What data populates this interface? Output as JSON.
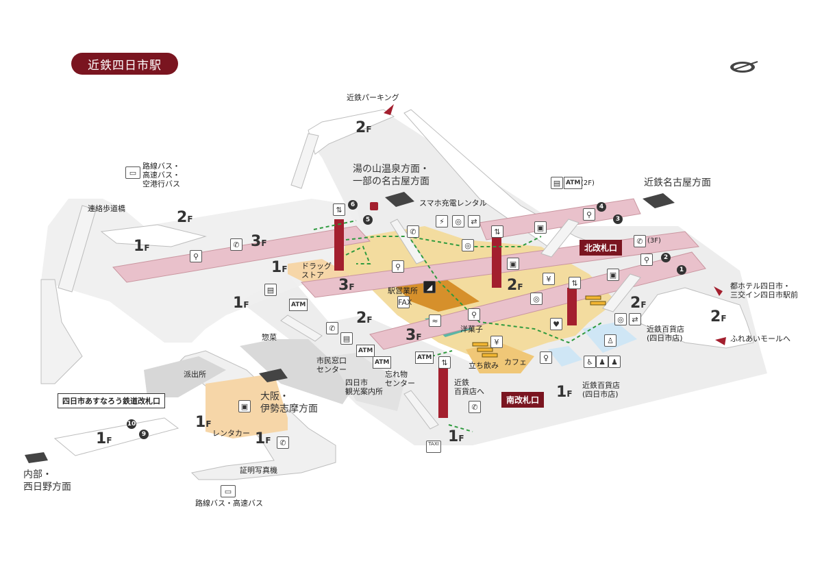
{
  "title": "近鉄四日市駅",
  "directions": {
    "parking": "近鉄パーキング",
    "yunoyama": [
      "湯の山温泉方面・",
      "一部の名古屋方面"
    ],
    "nagoya": "近鉄名古屋方面",
    "osaka": [
      "大阪・",
      "伊勢志摩方面"
    ],
    "utsube": [
      "内部・",
      "西日野方面"
    ],
    "hotel": [
      "都ホテル四日市・",
      "三交イン四日市駅前"
    ],
    "fureai": "ふれあいモールへ",
    "to_dept": [
      "近鉄",
      "百貨店へ"
    ]
  },
  "gates": {
    "north": "北改札口",
    "south": "南改札口",
    "asunarou": "四日市あすなろう鉄道改札口"
  },
  "places": {
    "bus_top": [
      "路線バス・",
      "高速バス・",
      "空港行バス"
    ],
    "bus_bottom": "路線バス・高速バス",
    "walkway": "連絡歩道橋",
    "charging": "スマホ充電レンタル",
    "drugstore": [
      "ドラッグ",
      "ストア"
    ],
    "office": "駅営業所",
    "sweets": "洋菓子",
    "standing_bar": "立ち飲み",
    "cafe": "カフェ",
    "dept_store_a": [
      "近鉄百貨店",
      "(四日市店)"
    ],
    "dept_store_b": [
      "近鉄百貨店",
      "(四日市店)"
    ],
    "deli": "惣菜",
    "city_window": [
      "市民窓口",
      "センター"
    ],
    "tourist": [
      "四日市",
      "観光案内所"
    ],
    "lost_found": [
      "忘れ物",
      "センター"
    ],
    "police": "派出所",
    "rental_car": "レンタカー",
    "photo": "証明写真機",
    "fax": "FAX",
    "taxi": "TAXI",
    "atm_note": "(2F)",
    "phone_note": "(3F)",
    "atm": "ATM"
  },
  "floors": {
    "f1": "1",
    "f2": "2",
    "f3": "3",
    "suffix": "F"
  },
  "numbers": [
    "1",
    "2",
    "3",
    "4",
    "5",
    "6",
    "9",
    "10"
  ],
  "colors": {
    "brand": "#7a1520",
    "platform_pink": "#e9c1cb",
    "concourse_tan": "#f3dc9f",
    "office_orange": "#d6902b",
    "walkway_gray": "#e6e6e6",
    "route_green": "#2e9a3e",
    "light_blue": "#cfe6f5"
  }
}
